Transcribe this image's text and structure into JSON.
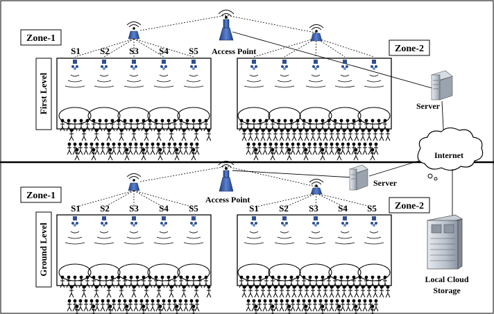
{
  "floors": [
    {
      "level_label": "First Level",
      "access_point_label": "Access Point",
      "server_label": "Server",
      "zones": [
        {
          "label": "Zone-1",
          "sensors": [
            "S1",
            "S2",
            "S3",
            "S4",
            "S5"
          ]
        },
        {
          "label": "Zone-2",
          "sensors": []
        }
      ]
    },
    {
      "level_label": "Ground Level",
      "access_point_label": "Access Point",
      "server_label": "Server",
      "zones": [
        {
          "label": "Zone-1",
          "sensors": [
            "S1",
            "S2",
            "S3",
            "S4",
            "S5"
          ]
        },
        {
          "label": "Zone-2",
          "sensors": [
            "S1",
            "S2",
            "S3",
            "S4",
            "S5"
          ]
        }
      ]
    }
  ],
  "internet_label": "Internet",
  "storage_label_line1": "Local Cloud",
  "storage_label_line2": "Storage",
  "colors": {
    "sensor": "#2f4f8f",
    "access_point": "#3a5fa8",
    "line": "#000000"
  }
}
